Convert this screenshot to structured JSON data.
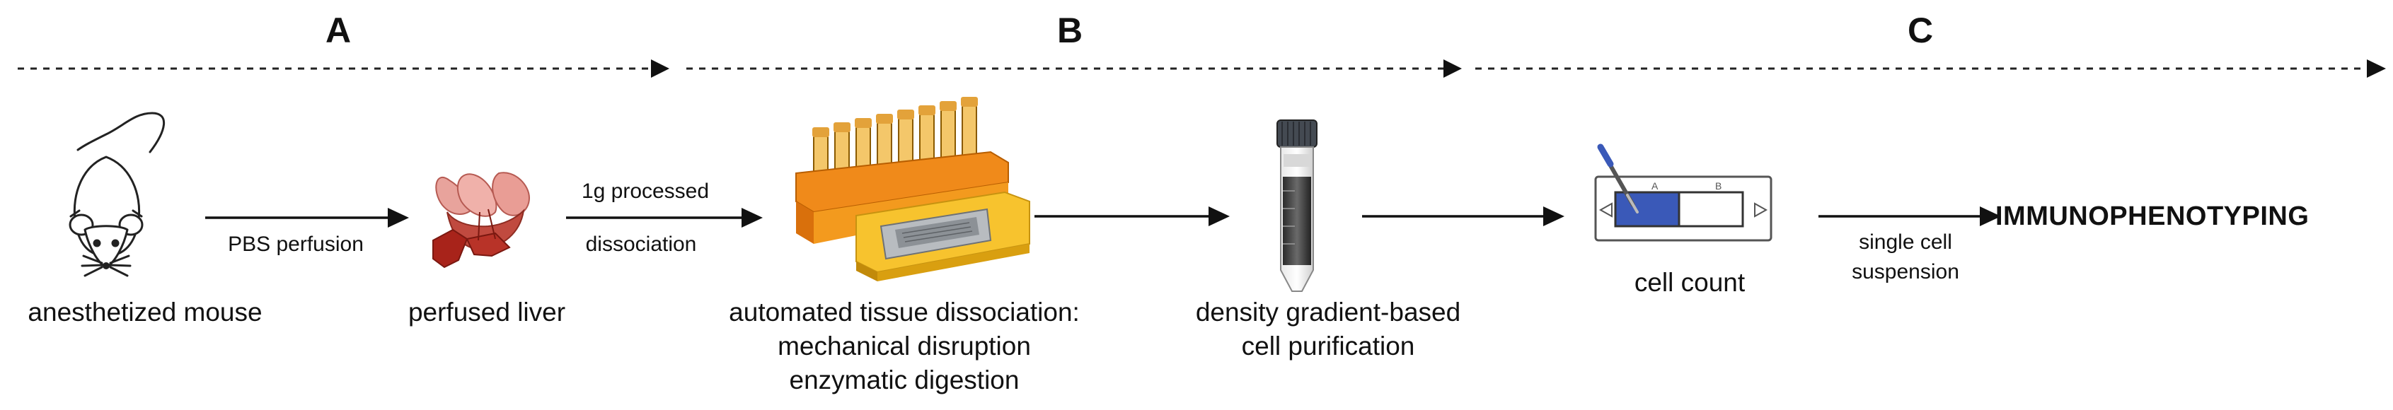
{
  "phases": [
    {
      "letter": "A"
    },
    {
      "letter": "B"
    },
    {
      "letter": "C"
    }
  ],
  "steps": {
    "mouse": {
      "icon": "mouse-icon",
      "label": "anesthetized mouse"
    },
    "liver": {
      "icon": "liver-icon",
      "label": "perfused liver"
    },
    "dissociator": {
      "icon": "tissue-dissociator-icon",
      "lines": [
        "automated tissue dissociation:",
        "mechanical disruption",
        "enzymatic digestion"
      ]
    },
    "tube": {
      "icon": "centrifuge-tube-icon",
      "lines": [
        "density gradient-based",
        "cell purification"
      ]
    },
    "counter": {
      "icon": "cell-counter-slide-icon",
      "label": "cell count"
    },
    "final": {
      "label": "IMMUNOPHENOTYPING"
    }
  },
  "arrows": {
    "a1": {
      "below": "PBS perfusion"
    },
    "a2": {
      "above": "1g processed",
      "below": "dissociation"
    },
    "a5": {
      "lines": [
        "single cell",
        "suspension"
      ]
    }
  },
  "colors": {
    "dissociator_orange": "#f39a1e",
    "dissociator_yellow": "#f7c32e",
    "liver_red": "#a8231a",
    "tube_cap": "#444a52",
    "counter_blue": "#3a59b8"
  }
}
